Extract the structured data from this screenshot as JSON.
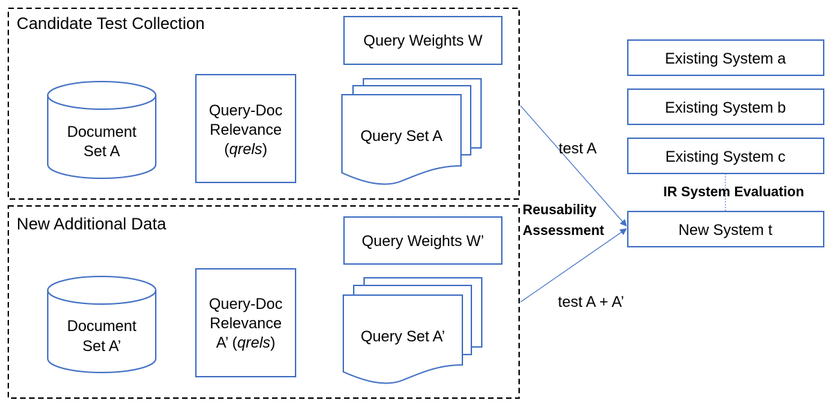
{
  "groups": {
    "candidate": {
      "title": "Candidate Test Collection",
      "document_set": [
        "Document",
        "Set A"
      ],
      "relevance": [
        "Query-Doc",
        "Relevance"
      ],
      "relevance_italic": "qrels",
      "query_set": "Query Set A",
      "query_weights": "Query Weights W"
    },
    "additional": {
      "title": "New Additional Data",
      "document_set": [
        "Document",
        "Set A’"
      ],
      "relevance": [
        "Query-Doc",
        "Relevance"
      ],
      "relevance_prefix": "A’ (",
      "relevance_italic": "qrels",
      "query_set": "Query Set A’",
      "query_weights": "Query Weights W’"
    }
  },
  "systems": {
    "a": "Existing System a",
    "b": "Existing System b",
    "c": "Existing System c",
    "t": "New System t"
  },
  "labels": {
    "test_a": "test A",
    "test_a_plus": "test A + A’",
    "reusability": [
      "Reusability",
      "Assessment"
    ],
    "ir_eval": "IR System Evaluation"
  },
  "colors": {
    "box_stroke": "#4472c4",
    "arrow": "#4472c4",
    "group_border": "#000000"
  }
}
